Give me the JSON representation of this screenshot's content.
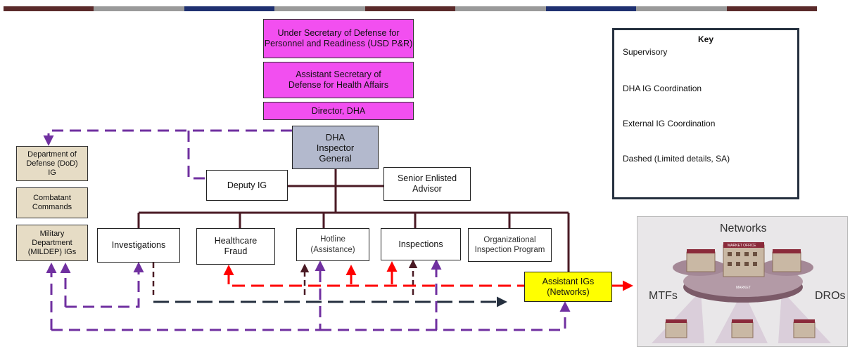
{
  "top_bar": {
    "colors": [
      "#5a2a2a",
      "#9a9a9a",
      "#1f3070",
      "#9a9a9a",
      "#5a2a2a",
      "#9a9a9a",
      "#1f3070",
      "#9a9a9a",
      "#5a2a2a"
    ]
  },
  "boxes": {
    "usd": "Under Secretary of Defense for Personnel and Readiness (USD P&R)",
    "asd": "Assistant Secretary of Defense for Health Affairs",
    "director": "Director, DHA",
    "dha_ig": "DHA Inspector General",
    "deputy_ig": "Deputy IG",
    "sea": "Senior Enlisted Advisor",
    "investigations": "Investigations",
    "healthcare_fraud": "Healthcare Fraud",
    "hotline": "Hotline (Assistance)",
    "inspections": "Inspections",
    "oip": "Organizational Inspection Program",
    "assistant_igs": "Assistant IGs (Networks)",
    "dod_ig": "Department of Defense (DoD) IG",
    "combatant": "Combatant Commands",
    "mildep": "Military Department (MILDEP) IGs"
  },
  "key": {
    "title": "Key",
    "supervisory": "Supervisory",
    "dha_coord": "DHA IG Coordination",
    "external_coord": "External IG Coordination",
    "dashed": "Dashed (Limited details, SA)"
  },
  "networks": {
    "title": "Networks",
    "mtfs": "MTFs",
    "dros": "DROs",
    "market": "MARKET",
    "market_office": "MARKET OFFICE"
  },
  "colors": {
    "supervisory": "#4a1a24",
    "dha_coord": "#ff0000",
    "external": "#7030a0",
    "dashed": "#25303f",
    "magenta": "#f24ff0",
    "yellow": "#ffff00"
  }
}
